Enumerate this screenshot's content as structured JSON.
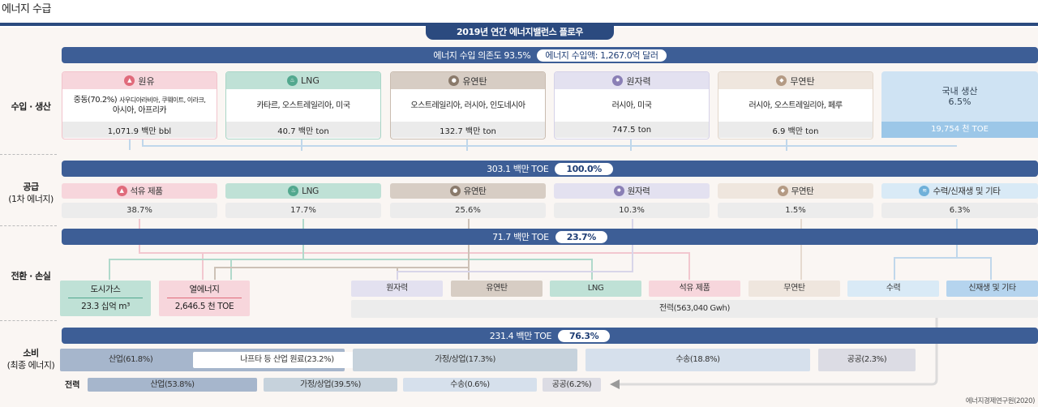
{
  "page_title": "에너지 수급",
  "header": {
    "title": "2019년 연간 에너지밸런스 플로우"
  },
  "sections": {
    "import": "수입 · 생산",
    "supply": "공급",
    "supply_sub": "(1차 에너지)",
    "conversion": "전환 · 손실",
    "consumption": "소비",
    "consumption_sub": "(최종 에너지)"
  },
  "import_bar": {
    "label": "에너지 수입 의존도 93.5%",
    "amount": "에너지 수입액: 1,267.0억 달러"
  },
  "import_cards": [
    {
      "name": "원유",
      "icon": "oil-drop-icon",
      "color": "#f7d6dc",
      "border": "#f2c3cc",
      "icon_color": "#e06b7b",
      "origin_main": "중동(70.2%)",
      "origin_sub": "사우디아라비아, 쿠웨이트, 이라크,",
      "origin_line2": "아시아, 아프리카",
      "volume": "1,071.9 백만 bbl"
    },
    {
      "name": "LNG",
      "icon": "gas-flame-icon",
      "color": "#bfe1d6",
      "border": "#a9d6c7",
      "icon_color": "#52a88e",
      "origin_main": "카타르, 오스트레일리아, 미국",
      "origin_sub": "",
      "origin_line2": "",
      "volume": "40.7 백만 ton"
    },
    {
      "name": "유연탄",
      "icon": "coal-icon",
      "color": "#d7cdc4",
      "border": "#c9bcb0",
      "icon_color": "#8a7a6b",
      "origin_main": "오스트레일리아, 러시아, 인도네시아",
      "origin_sub": "",
      "origin_line2": "",
      "volume": "132.7 백만 ton"
    },
    {
      "name": "원자력",
      "icon": "atom-icon",
      "color": "#e3e1f0",
      "border": "#d5d2e8",
      "icon_color": "#8a7fb5",
      "origin_main": "러시아, 미국",
      "origin_sub": "",
      "origin_line2": "",
      "volume": "747.5 ton"
    },
    {
      "name": "무연탄",
      "icon": "anthracite-icon",
      "color": "#efe6de",
      "border": "#e3d7cb",
      "icon_color": "#b49a84",
      "origin_main": "러시아, 오스트레일리아, 페루",
      "origin_sub": "",
      "origin_line2": "",
      "volume": "6.9 백만 ton"
    }
  ],
  "domestic": {
    "label": "국내 생산",
    "share": "6.5%",
    "volume": "19,754 천 TOE"
  },
  "supply_bar": {
    "label": "303.1 백만 TOE",
    "pct": "100.0%"
  },
  "supply_items": [
    {
      "name": "석유 제품",
      "icon": "oil-drop-icon",
      "color": "#f7d6dc",
      "icon_color": "#e06b7b",
      "value": "38.7%"
    },
    {
      "name": "LNG",
      "icon": "gas-flame-icon",
      "color": "#bfe1d6",
      "icon_color": "#52a88e",
      "value": "17.7%"
    },
    {
      "name": "유연탄",
      "icon": "coal-icon",
      "color": "#d7cdc4",
      "icon_color": "#8a7a6b",
      "value": "25.6%"
    },
    {
      "name": "원자력",
      "icon": "atom-icon",
      "color": "#e3e1f0",
      "icon_color": "#8a7fb5",
      "value": "10.3%"
    },
    {
      "name": "무연탄",
      "icon": "anthracite-icon",
      "color": "#efe6de",
      "icon_color": "#b49a84",
      "value": "1.5%"
    },
    {
      "name": "수력/신재생 및 기타",
      "icon": "water-icon",
      "color": "#d9eaf6",
      "icon_color": "#6fb0d9",
      "value": "6.3%"
    }
  ],
  "conversion_bar": {
    "label": "71.7 백만 TOE",
    "pct": "23.7%"
  },
  "city_gas": {
    "name": "도시가스",
    "value": "23.3 십억 m³"
  },
  "heat": {
    "name": "열에너지",
    "value": "2,646.5 천 TOE"
  },
  "power_sources": [
    {
      "name": "원자력",
      "color": "#e3e1f0"
    },
    {
      "name": "유연탄",
      "color": "#d7cdc4"
    },
    {
      "name": "LNG",
      "color": "#bfe1d6"
    },
    {
      "name": "석유 제품",
      "color": "#f7d6dc"
    },
    {
      "name": "무연탄",
      "color": "#efe6de"
    },
    {
      "name": "수력",
      "color": "#d9eaf6"
    },
    {
      "name": "신재생 및 기타",
      "color": "#b5d4ee"
    }
  ],
  "power_total": "전력(563,040 Gwh)",
  "consumption_bar": {
    "label": "231.4 백만 TOE",
    "pct": "76.3%"
  },
  "consumption_items": [
    {
      "name": "산업(61.8%)",
      "color": "#a6b6cc"
    },
    {
      "name": "가정/상업(17.3%)",
      "color": "#c6d2dc"
    },
    {
      "name": "수송(18.8%)",
      "color": "#d6e0ec"
    },
    {
      "name": "공공(2.3%)",
      "color": "#dcdce4"
    }
  ],
  "naphtha": "나프타 등 산업 원료(23.2%)",
  "electricity_label": "전력",
  "electricity_items": [
    {
      "name": "산업(53.8%)",
      "color": "#a6b6cc"
    },
    {
      "name": "가정/상업(39.5%)",
      "color": "#c6d2dc"
    },
    {
      "name": "수송(0.6%)",
      "color": "#d6e0ec"
    },
    {
      "name": "공공(6.2%)",
      "color": "#dcdce4"
    }
  ],
  "source": "에너지경제연구원(2020)"
}
